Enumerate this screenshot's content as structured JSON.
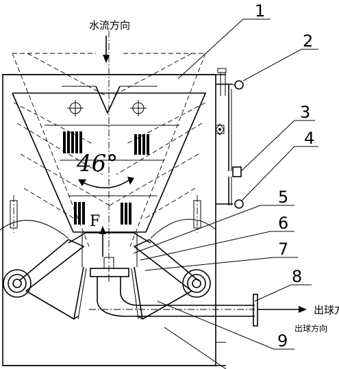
{
  "labels": {
    "water_flow_direction": "水流方向",
    "ball_out_direction_main": "出球方",
    "ball_out_direction_sub": "出球方向",
    "angle": "46°",
    "force": "F"
  },
  "callouts": [
    "1",
    "2",
    "3",
    "4",
    "5",
    "6",
    "7",
    "8",
    "9"
  ]
}
